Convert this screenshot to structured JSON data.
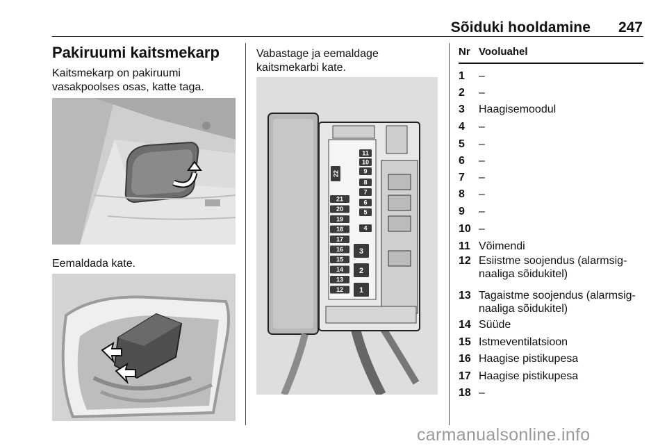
{
  "header": {
    "title": "Sõiduki hooldamine",
    "page_number": "247"
  },
  "left_column": {
    "section_title": "Pakiruumi kaitsmekarp",
    "intro_line1": "Kaitsmekarp on pakiruumi",
    "intro_line2": "vasakpoolses osas, katte taga.",
    "step_caption": "Eemaldada kate."
  },
  "middle_column": {
    "step_line1": "Vabastage ja eemaldage",
    "step_line2": "kaitsmekarbi kate.",
    "fuse_labels": {
      "narrow_column": [
        "11",
        "10",
        "9",
        "8",
        "7",
        "6",
        "5",
        "4"
      ],
      "wide_column": [
        "21",
        "20",
        "19",
        "18",
        "17",
        "16",
        "15",
        "14",
        "13",
        "12"
      ],
      "large_fuses": [
        "3",
        "2",
        "1"
      ],
      "rotated": "22"
    }
  },
  "table": {
    "col_nr": "Nr",
    "col_circuit": "Vooluahel",
    "rows": [
      {
        "nr": "1",
        "circuit": "–"
      },
      {
        "nr": "2",
        "circuit": "–"
      },
      {
        "nr": "3",
        "circuit": "Haagisemoodul"
      },
      {
        "nr": "4",
        "circuit": "–"
      },
      {
        "nr": "5",
        "circuit": "–"
      },
      {
        "nr": "6",
        "circuit": "–"
      },
      {
        "nr": "7",
        "circuit": "–"
      },
      {
        "nr": "8",
        "circuit": "–"
      },
      {
        "nr": "9",
        "circuit": "–"
      },
      {
        "nr": "10",
        "circuit": "–"
      },
      {
        "nr": "11",
        "circuit": "Võimendi"
      },
      {
        "nr": "12",
        "circuit": "Esiistme soojendus (alarmsig-",
        "circuit_line2": "naaliga sõidukitel)"
      },
      {
        "nr": "13",
        "circuit": "Tagaistme soojendus (alarmsig-",
        "circuit_line2": "naaliga sõidukitel)"
      },
      {
        "nr": "14",
        "circuit": "Süüde"
      },
      {
        "nr": "15",
        "circuit": "Istmeventilatsioon"
      },
      {
        "nr": "16",
        "circuit": "Haagise pistikupesa"
      },
      {
        "nr": "17",
        "circuit": "Haagise pistikupesa"
      },
      {
        "nr": "18",
        "circuit": "–"
      }
    ]
  },
  "watermark": "carmanualsonline.info"
}
